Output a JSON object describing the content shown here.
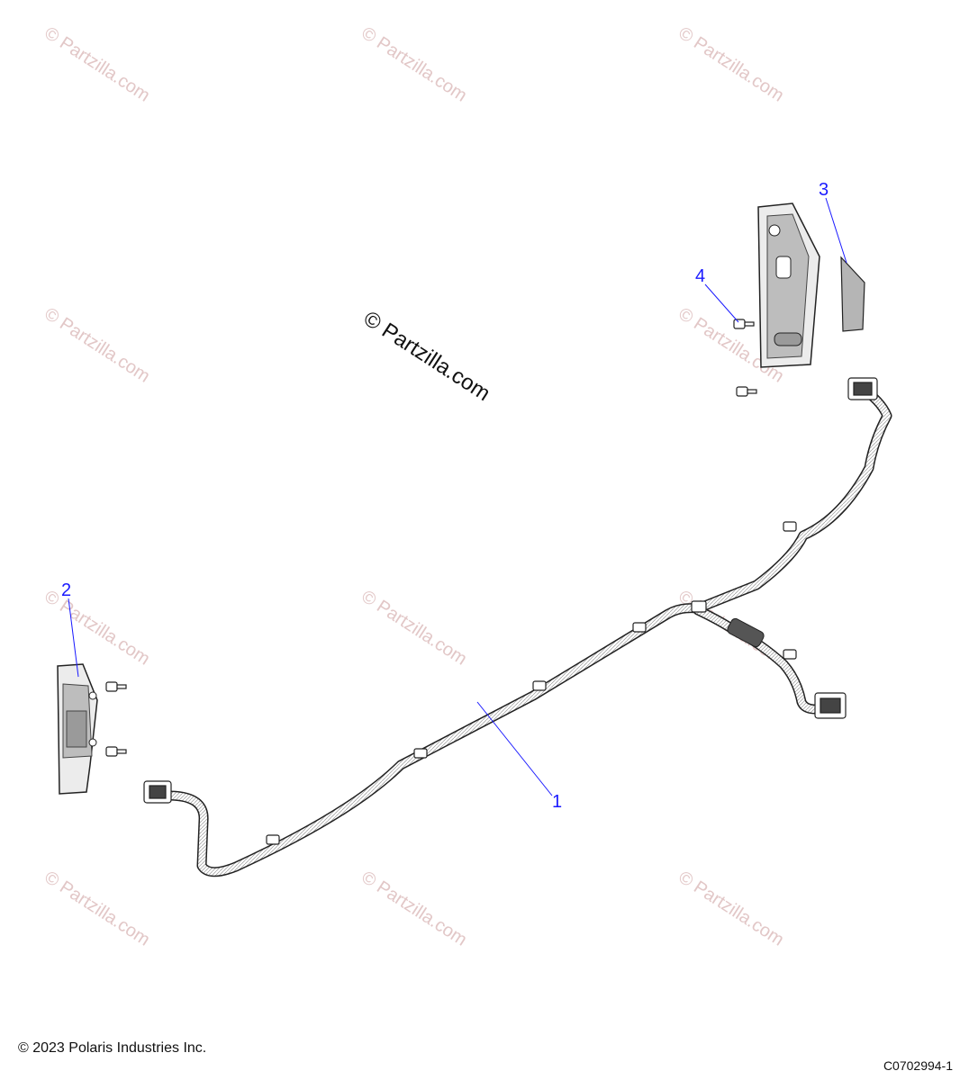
{
  "watermark": {
    "text": "© Partzilla.com"
  },
  "callouts": {
    "c1": "1",
    "c2": "2",
    "c3": "3",
    "c4": "4"
  },
  "footer": {
    "copyright": "© 2023 Polaris Industries Inc.",
    "figure_code": "C0702994-1"
  },
  "colors": {
    "callout": "#1a1aff",
    "watermark": "#e2c7c7",
    "line_art": "#222222"
  }
}
